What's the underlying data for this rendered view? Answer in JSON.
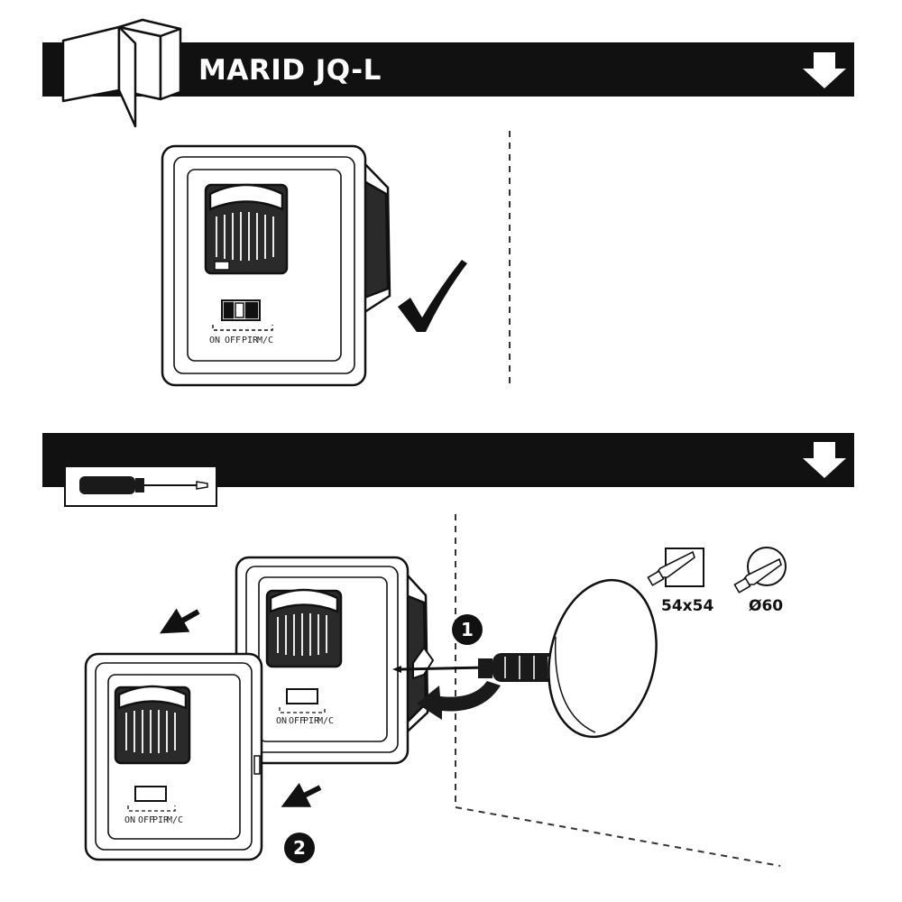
{
  "step1": {
    "title": "MARID JQ-L"
  },
  "sensor": {
    "control_labels": [
      "ON",
      "OFF",
      "PIR",
      "M/C"
    ]
  },
  "step2": {
    "callouts": [
      "1",
      "2"
    ],
    "cutouts": [
      {
        "label": "54x54",
        "icon": "square-saw-cutout-icon"
      },
      {
        "label": "Ø60",
        "icon": "round-saw-cutout-icon"
      }
    ]
  },
  "icons": {
    "open-box": "open-box-icon",
    "arrow": "down-arrow-icon",
    "screwdriver": "screwdriver-icon",
    "check": "checkmark-icon"
  }
}
